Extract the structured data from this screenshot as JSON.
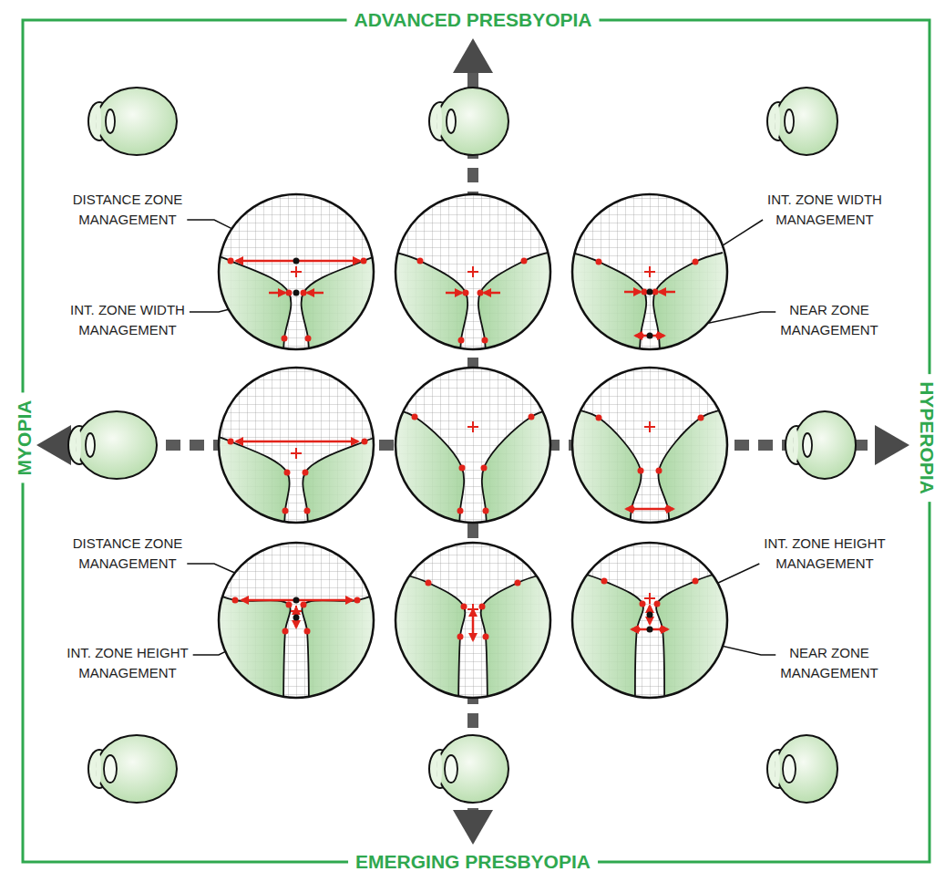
{
  "diagram": {
    "labels": [
      "ADVANCED PRESBYOPIA",
      "DISTANCE ZONE MANAGEMENT",
      "INT. ZONE WIDTH MANAGEMENT",
      "INT. ZONE WIDTH MANAGEMENT",
      "NEAR ZONE MANAGEMENT",
      "MYOPIA",
      "HYPEROPIA",
      "DISTANCE ZONE MANAGEMENT",
      "INT. ZONE HEIGHT MANAGEMENT",
      "INT. ZONE HEIGHT MANAGEMENT",
      "NEAR ZONE MANAGEMENT",
      "EMERGING PRESBYOPIA"
    ]
  }
}
